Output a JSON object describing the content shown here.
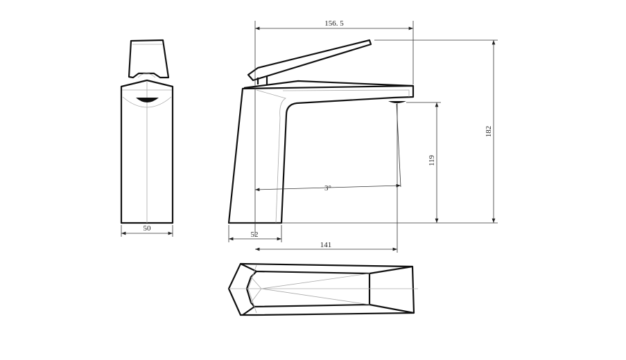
{
  "drawing": {
    "title": "Basin mixer faucet dimension drawing",
    "colors": {
      "line": "#111111",
      "hidden": "#aaaaaa"
    },
    "dimensions": {
      "overall_depth": "156. 5",
      "overall_height": "182",
      "spout_height": "119",
      "angle": "3°",
      "base_depth": "52",
      "spout_reach": "141",
      "width": "50"
    }
  }
}
